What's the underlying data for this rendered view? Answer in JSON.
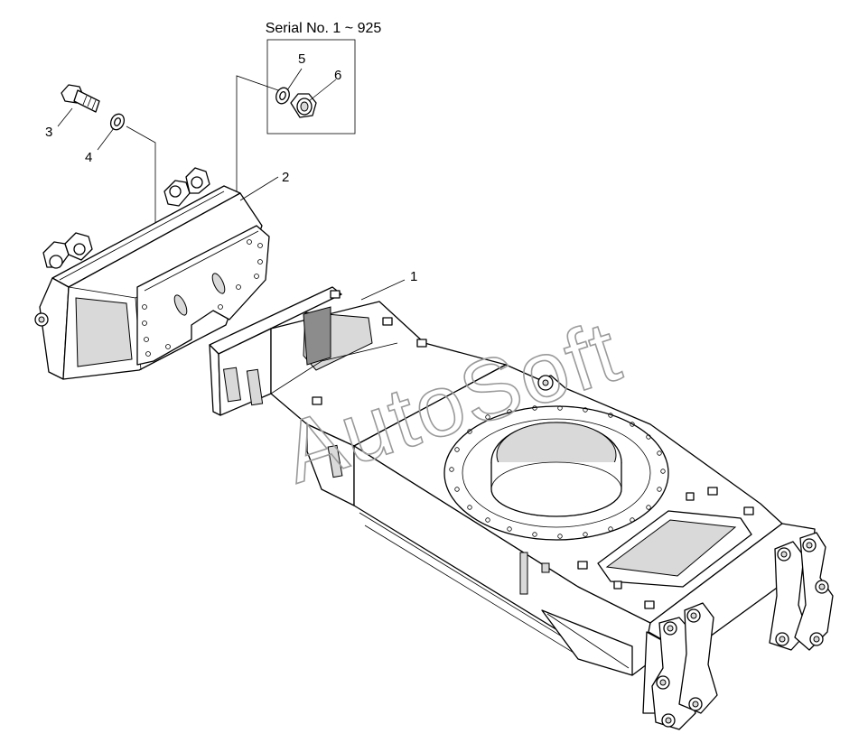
{
  "serial_note": "Serial No. 1 ~ 925",
  "callouts": {
    "part_1": "1",
    "part_2": "2",
    "part_3": "3",
    "part_4": "4",
    "part_5": "5",
    "part_6": "6"
  },
  "watermark": "AutoSoft",
  "colors": {
    "line": "#000000",
    "background": "#ffffff",
    "watermark": "#9a9a9a"
  }
}
